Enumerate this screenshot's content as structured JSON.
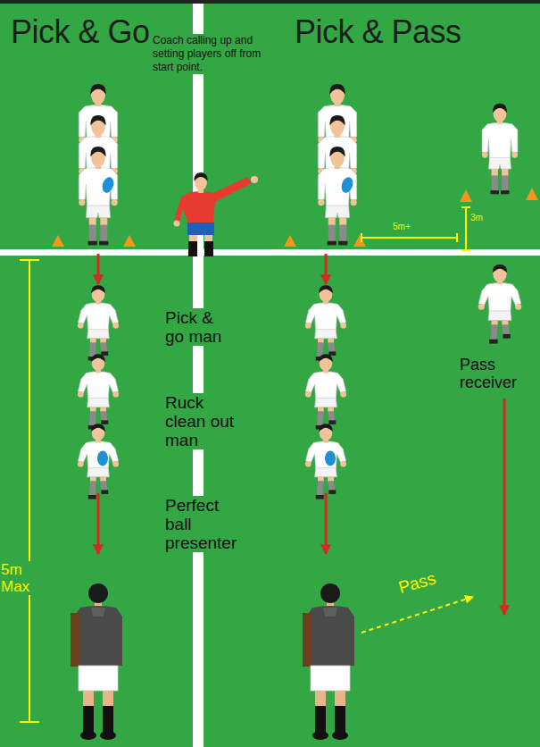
{
  "diagram": {
    "nodes": [
      {
        "text": [
          "Pick & Go"
        ]
      },
      {
        "text": [
          "Pick & Pass"
        ]
      }
    ],
    "labels": [
      "Coach calling up and setting players off from start point.",
      "Pick & go man",
      "Ruck clean out man",
      "Perfect ball presenter",
      "5m Max",
      "5m+",
      "3m",
      "Pass receiver",
      "Pass"
    ]
  }
}
